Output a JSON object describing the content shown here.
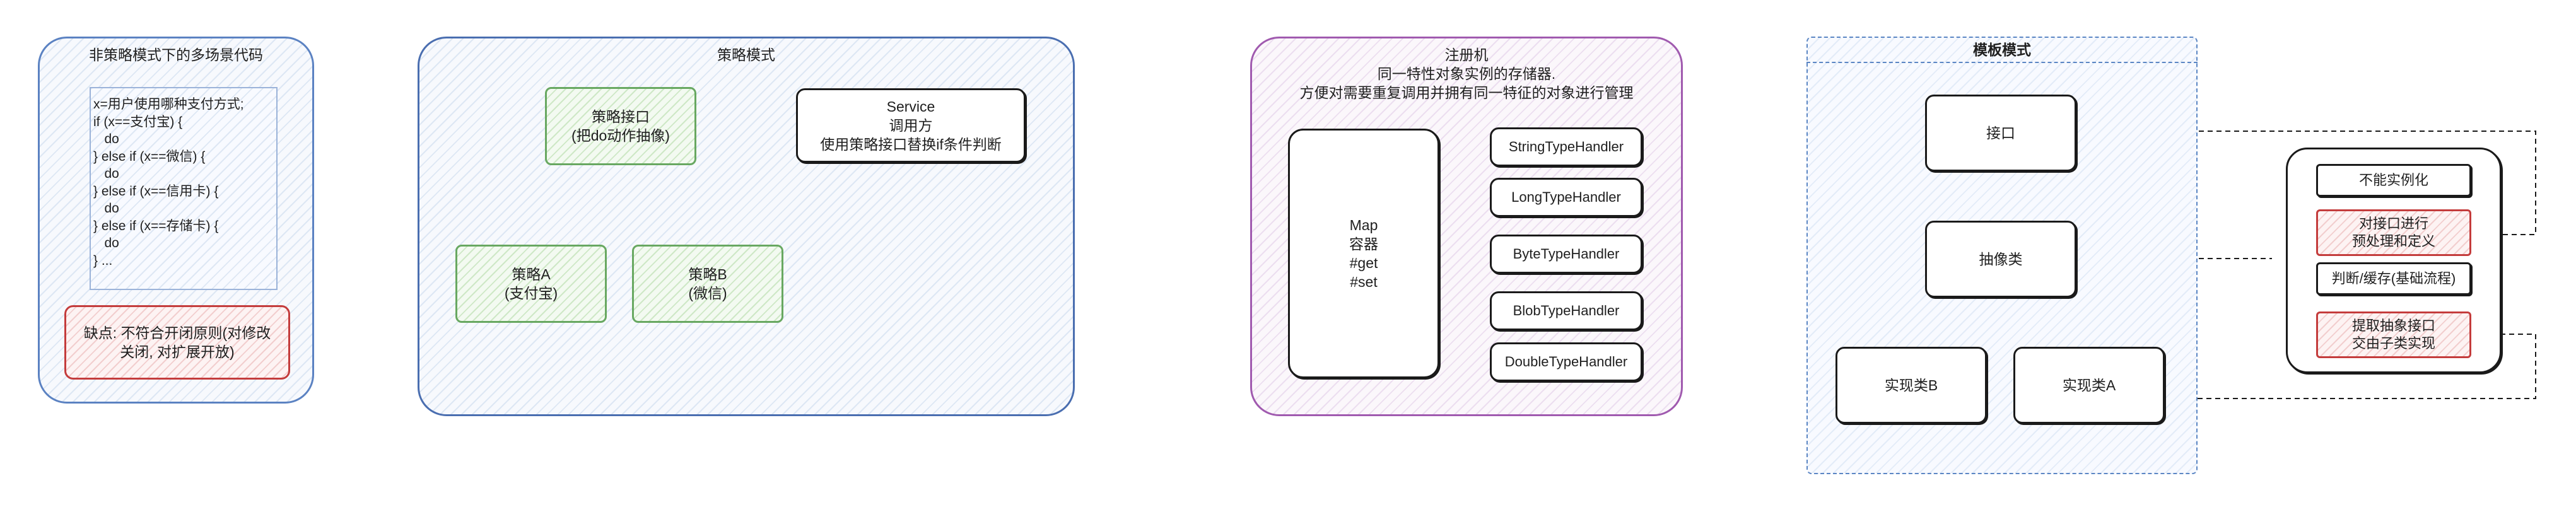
{
  "section1": {
    "title": "非策略模式下的多场景代码",
    "code": "x=用户使用哪种支付方式;\nif (x==支付宝) {\n   do\n} else if (x==微信) {\n   do\n} else if (x==信用卡) {\n   do\n} else if (x==存储卡) {\n   do\n} ...",
    "weakness": "缺点: 不符合开闭原则(对修改关闭, 对扩展开放)"
  },
  "section2": {
    "title": "策略模式",
    "interface": "策略接口\n(把do动作抽像)",
    "service": "Service\n调用方\n使用策略接口替换if条件判断",
    "strategy_a": "策略A\n(支付宝)",
    "strategy_b": "策略B\n(微信)"
  },
  "section3": {
    "title": "注册机\n同一特性对象实例的存储器.\n方便对需要重复调用并拥有同一特征的对象进行管理",
    "map": "Map\n容器\n#get\n#set",
    "handlers": [
      "StringTypeHandler",
      "LongTypeHandler",
      "ByteTypeHandler",
      "BlobTypeHandler",
      "DoubleTypeHandler"
    ]
  },
  "section4": {
    "title": "模板模式",
    "interface": "接口",
    "abstract": "抽像类",
    "impl_b": "实现类B",
    "impl_a": "实现类A",
    "notes": [
      "不能实例化",
      "对接口进行\n预处理和定义",
      "判断/缓存(基础流程)",
      "提取抽象接口\n交由子类实现"
    ]
  }
}
